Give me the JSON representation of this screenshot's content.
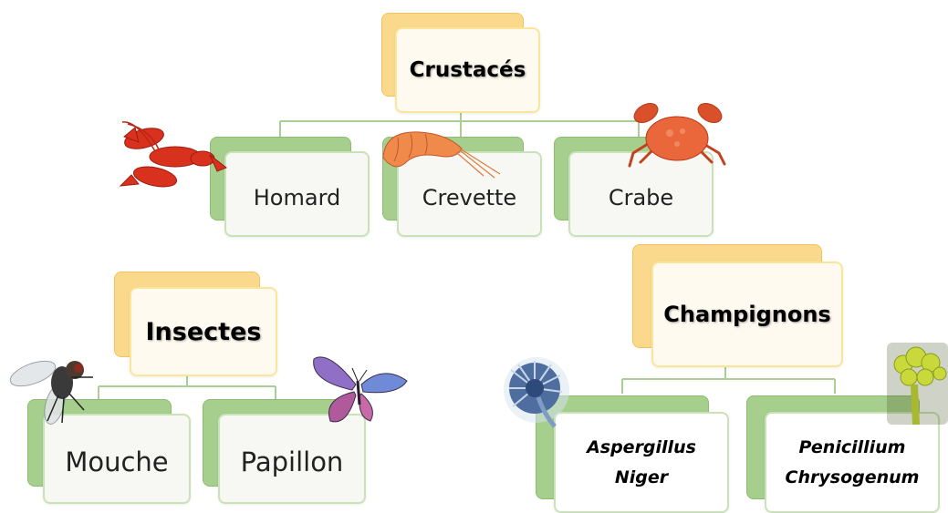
{
  "groups": {
    "crustaces": {
      "title": "Crustacés",
      "children": [
        "Homard",
        "Crevette",
        "Crabe"
      ]
    },
    "insectes": {
      "title": "Insectes",
      "children": [
        "Mouche",
        "Papillon"
      ]
    },
    "champignons": {
      "title": "Champignons",
      "children": [
        [
          "Aspergillus",
          "Niger"
        ],
        [
          "Penicillium",
          "Chrysogenum"
        ]
      ]
    }
  },
  "colors": {
    "parent_back": "#fbd98c",
    "parent_border": "#fbe59b",
    "child_back": "#a6cf8e",
    "child_border": "#c9e2b8",
    "connector": "#a9cf95"
  },
  "icons": [
    "lobster-icon",
    "shrimp-icon",
    "crab-icon",
    "fly-icon",
    "butterfly-icon",
    "aspergillus-icon",
    "penicillium-icon"
  ]
}
